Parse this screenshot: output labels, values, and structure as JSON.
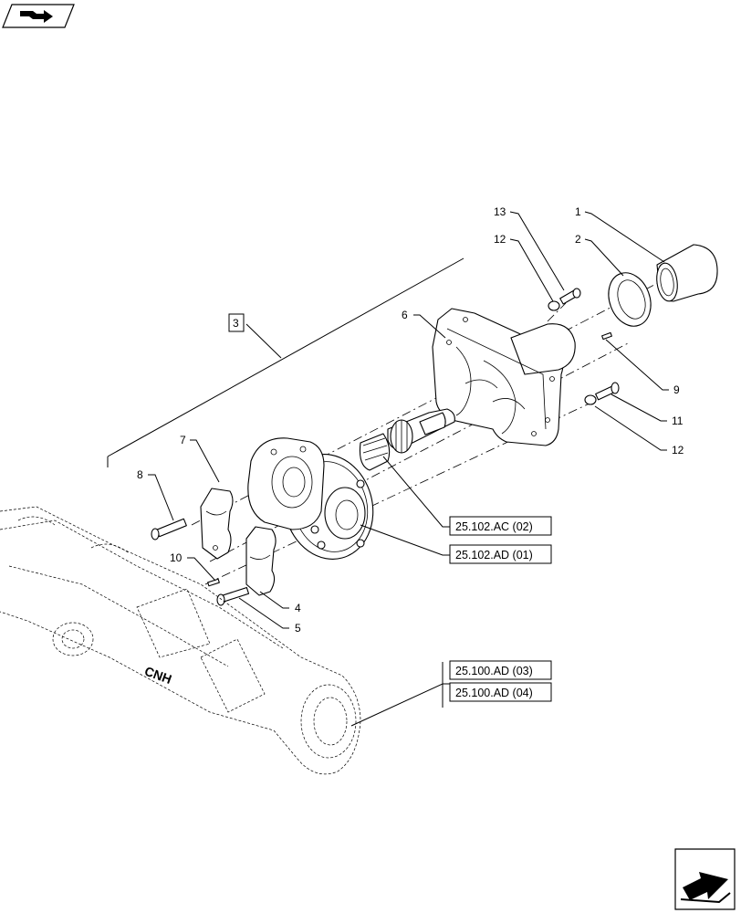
{
  "nav": {
    "back_icon": "book-arrow-icon",
    "next_icon": "next-page-arrow-icon"
  },
  "callouts": [
    {
      "id": "c1",
      "text": "1"
    },
    {
      "id": "c2",
      "text": "2"
    },
    {
      "id": "c3",
      "text": "3"
    },
    {
      "id": "c4",
      "text": "4"
    },
    {
      "id": "c5",
      "text": "5"
    },
    {
      "id": "c6",
      "text": "6"
    },
    {
      "id": "c7",
      "text": "7"
    },
    {
      "id": "c8",
      "text": "8"
    },
    {
      "id": "c9",
      "text": "9"
    },
    {
      "id": "c10",
      "text": "10"
    },
    {
      "id": "c11",
      "text": "11"
    },
    {
      "id": "c12a",
      "text": "12"
    },
    {
      "id": "c12b",
      "text": "12"
    },
    {
      "id": "c13",
      "text": "13"
    }
  ],
  "references": [
    {
      "id": "r1",
      "text": "25.102.AC (02)"
    },
    {
      "id": "r2",
      "text": "25.102.AD (01)"
    },
    {
      "id": "r3",
      "text": "25.100.AD (03)"
    },
    {
      "id": "r4",
      "text": "25.100.AD (04)"
    }
  ],
  "axle_logo": "CNH"
}
